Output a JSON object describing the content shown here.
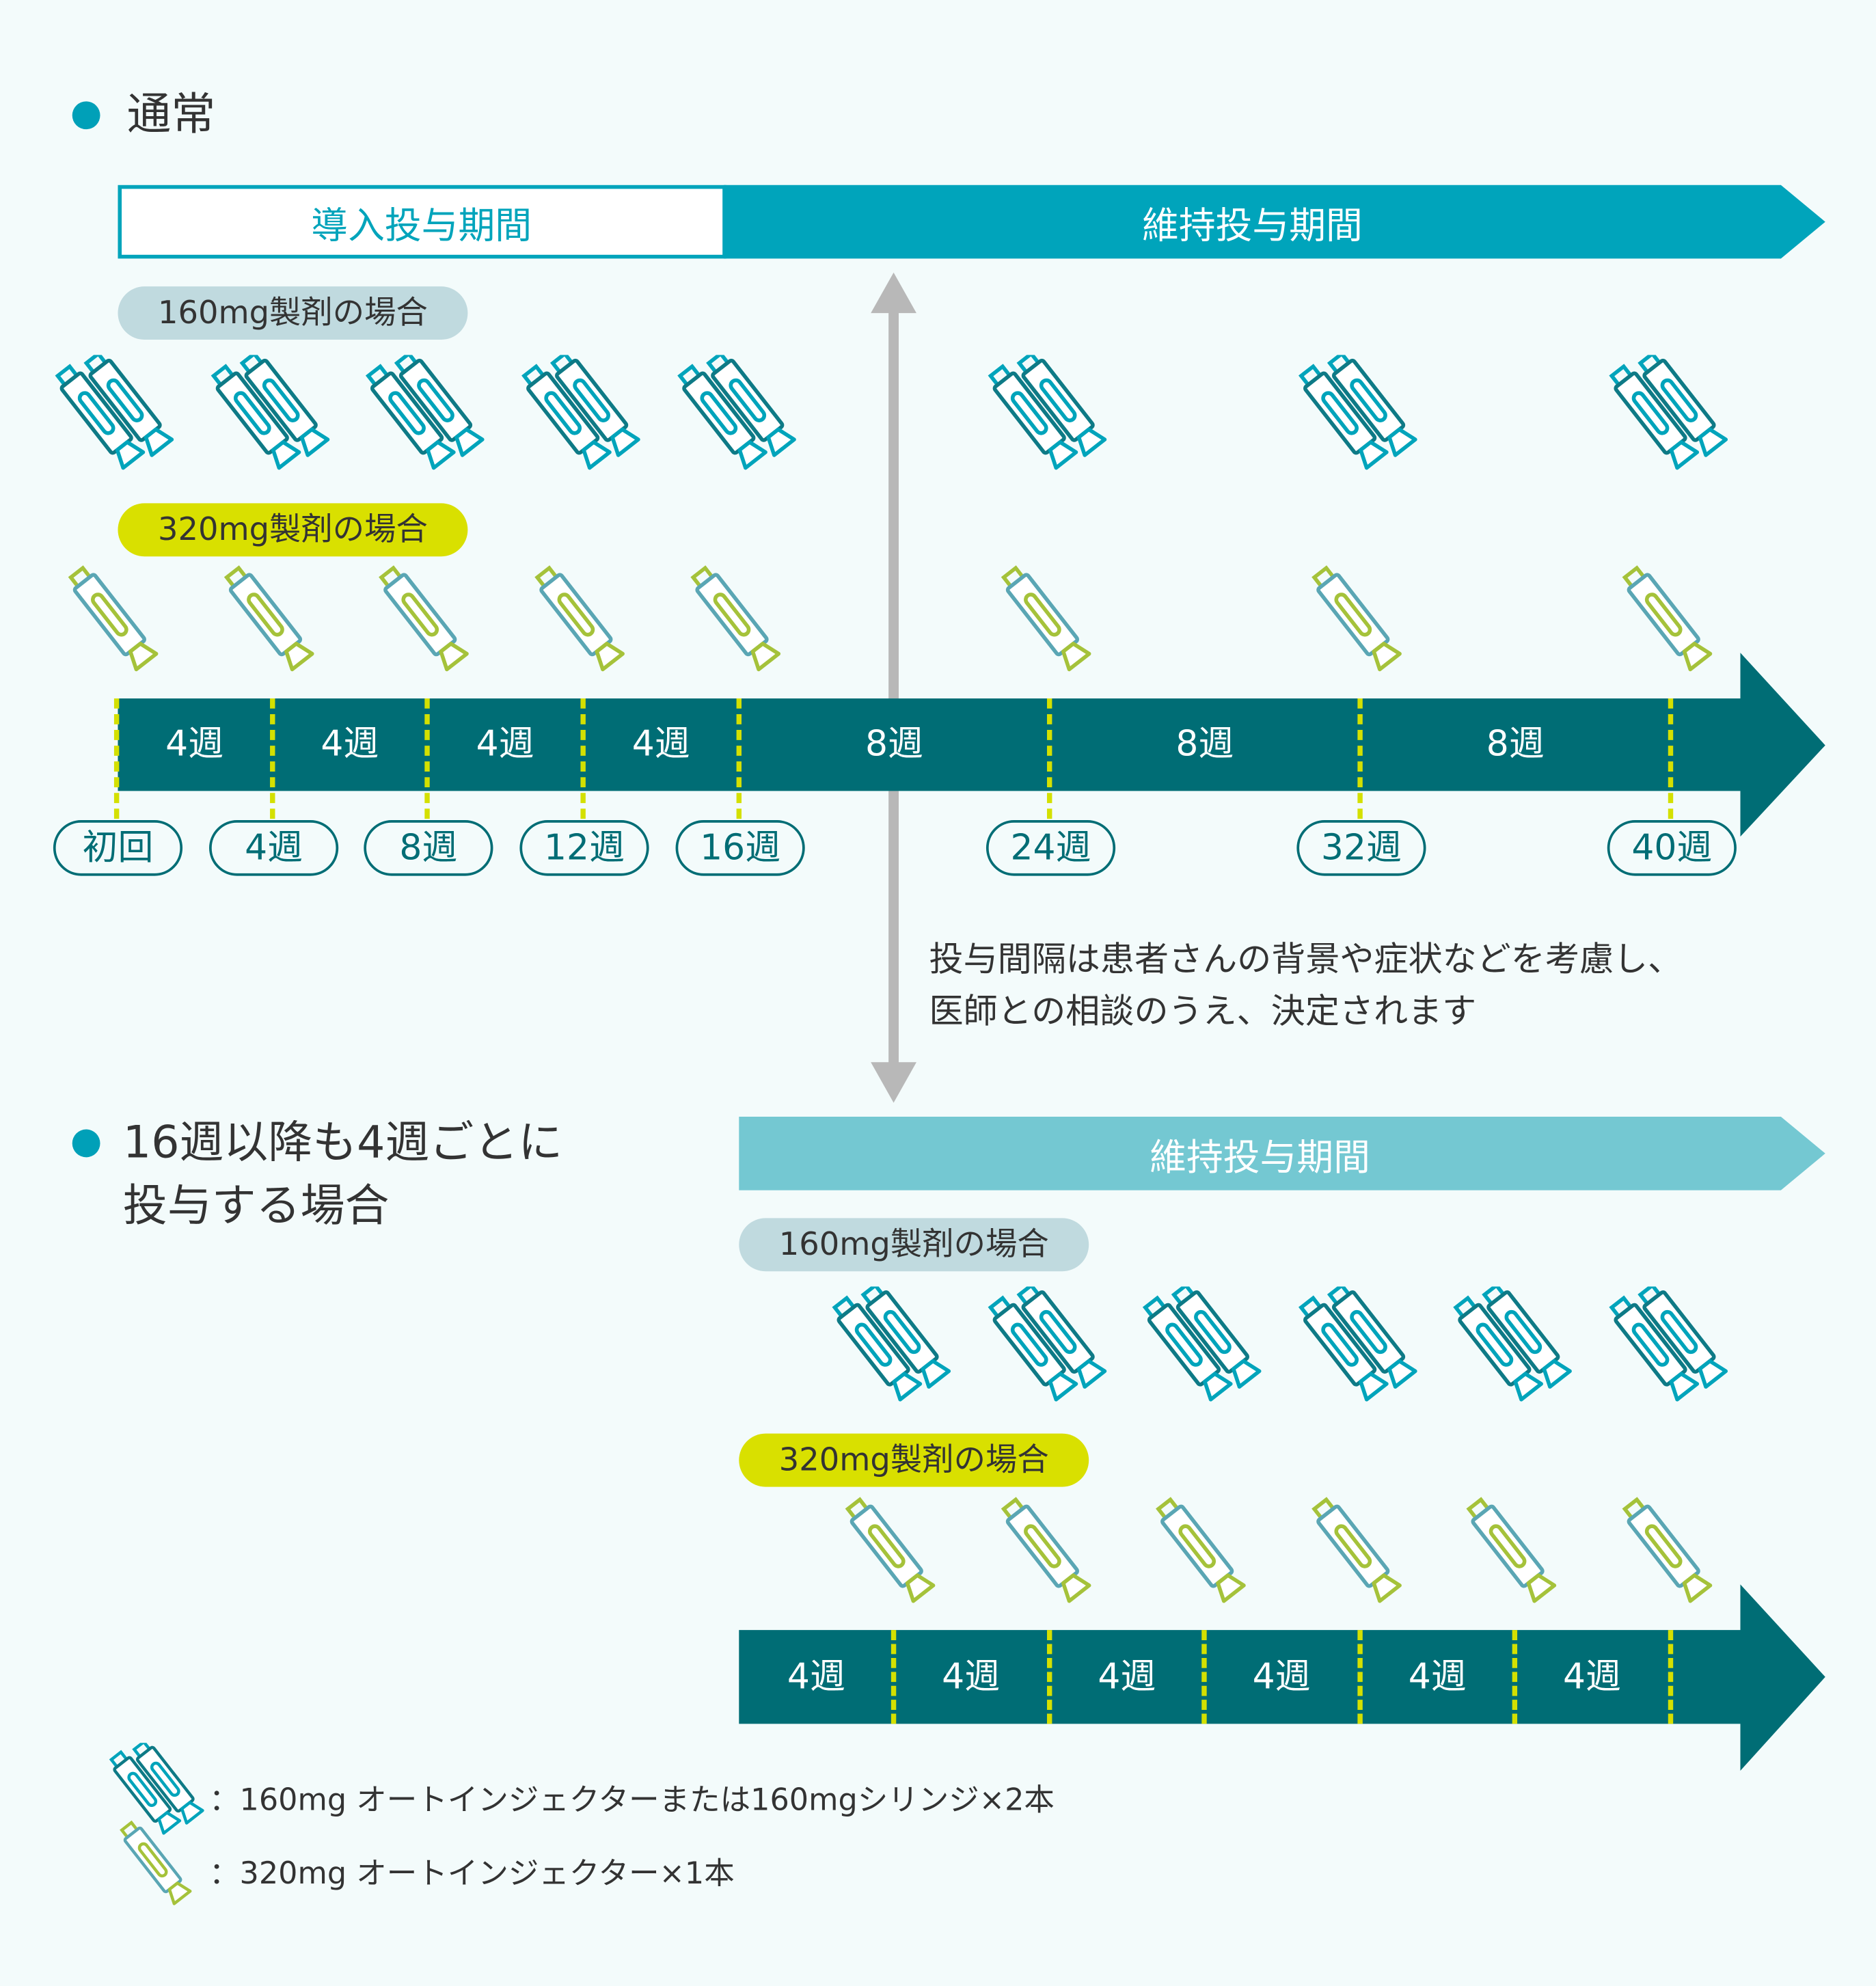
{
  "colors": {
    "accent": "#00a4bb",
    "dark_bar": "#006d75",
    "light_bar": "#74c8d2",
    "tick": "#d4e000",
    "pill_160": "#c0dadf",
    "pill_320": "#d9e000"
  },
  "section1": {
    "title": "通常",
    "induction_label": "導入投与期間",
    "maintenance_label": "維持投与期間",
    "pill_160": "160mg製剤の場合",
    "pill_320": "320mg製剤の場合",
    "segments": [
      "4週",
      "4週",
      "4週",
      "4週",
      "8週",
      "8週",
      "8週"
    ],
    "weeks": [
      "初回",
      "4週",
      "8週",
      "12週",
      "16週",
      "24週",
      "32週",
      "40週"
    ]
  },
  "note": {
    "line1": "投与間隔は患者さんの背景や症状などを考慮し、",
    "line2": "医師との相談のうえ、決定されます"
  },
  "section2": {
    "title_line1": "16週以降も4週ごとに",
    "title_line2": "投与する場合",
    "maintenance_label": "維持投与期間",
    "pill_160": "160mg製剤の場合",
    "pill_320": "320mg製剤の場合",
    "segments": [
      "4週",
      "4週",
      "4週",
      "4週",
      "4週",
      "4週"
    ]
  },
  "legend": {
    "item_160": "：160mg オートインジェクターまたは160mgシリンジ×2本",
    "item_320": "：320mg オートインジェクター×1本"
  }
}
